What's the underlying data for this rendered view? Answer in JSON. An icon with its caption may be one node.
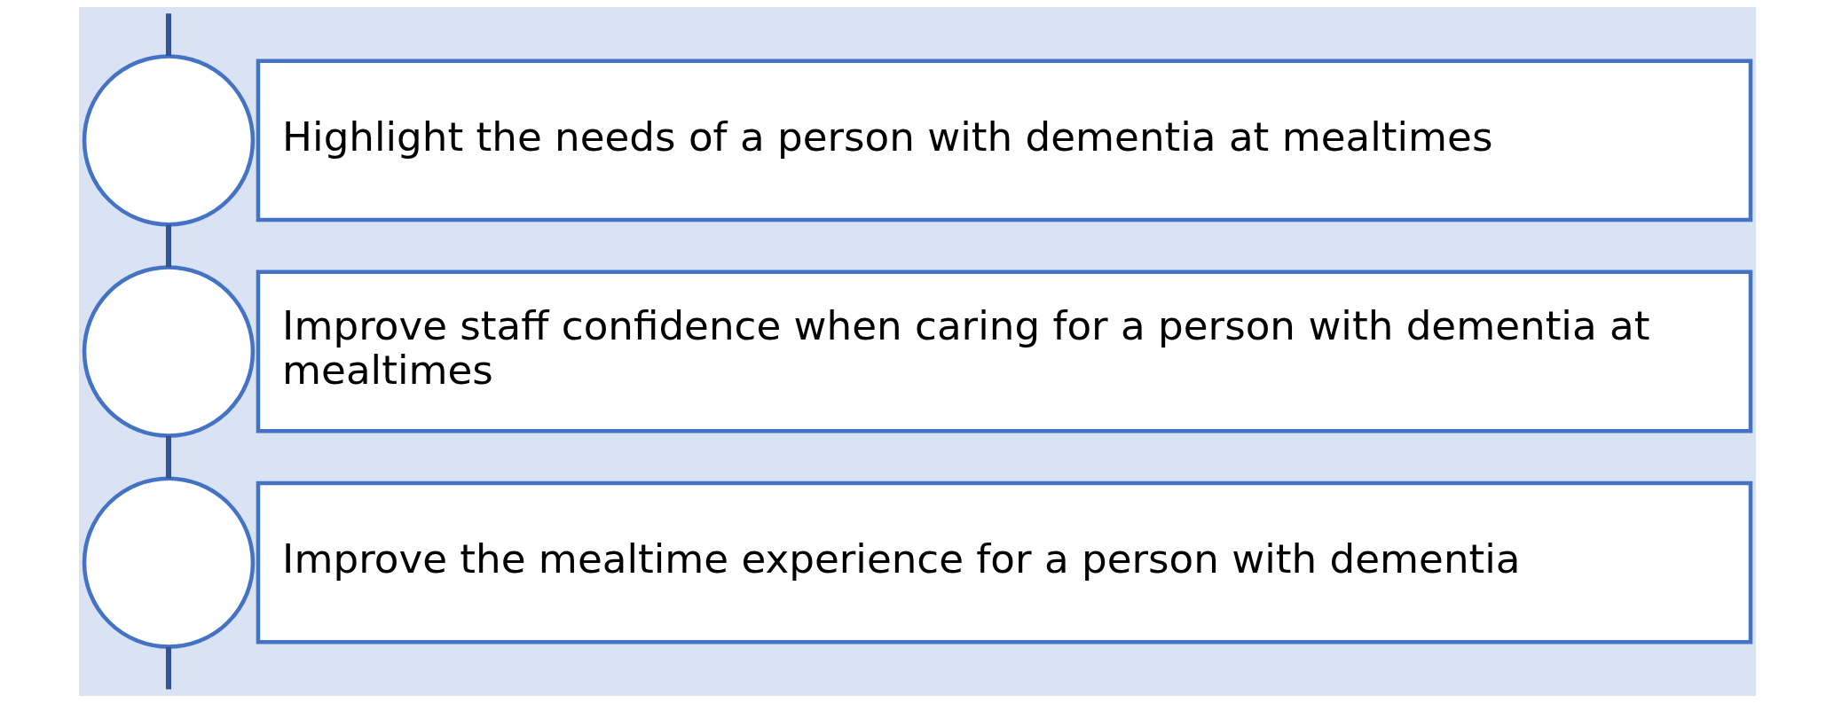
{
  "diagram": {
    "nodes": [
      {
        "text": [],
        "shape": "circle"
      },
      {
        "text": [
          "Highlight the needs of a person with dementia at mealtimes"
        ]
      },
      {
        "text": [],
        "shape": "circle"
      },
      {
        "text": [
          "Improve staff confidence when caring for a person with dementia at mealtimes"
        ]
      },
      {
        "text": [],
        "shape": "circle"
      },
      {
        "text": [
          "Improve the mealtime experience for a person with dementia"
        ]
      }
    ],
    "edges": [
      {
        "from": null,
        "to": 0,
        "arrow": "none",
        "color": "#2f5597"
      },
      {
        "from": 0,
        "to": 2,
        "arrow": "none",
        "color": "#2f5597"
      },
      {
        "from": 2,
        "to": 4,
        "arrow": "none",
        "color": "#2f5597"
      },
      {
        "from": 4,
        "to": null,
        "arrow": "none",
        "color": "#2f5597"
      }
    ]
  }
}
